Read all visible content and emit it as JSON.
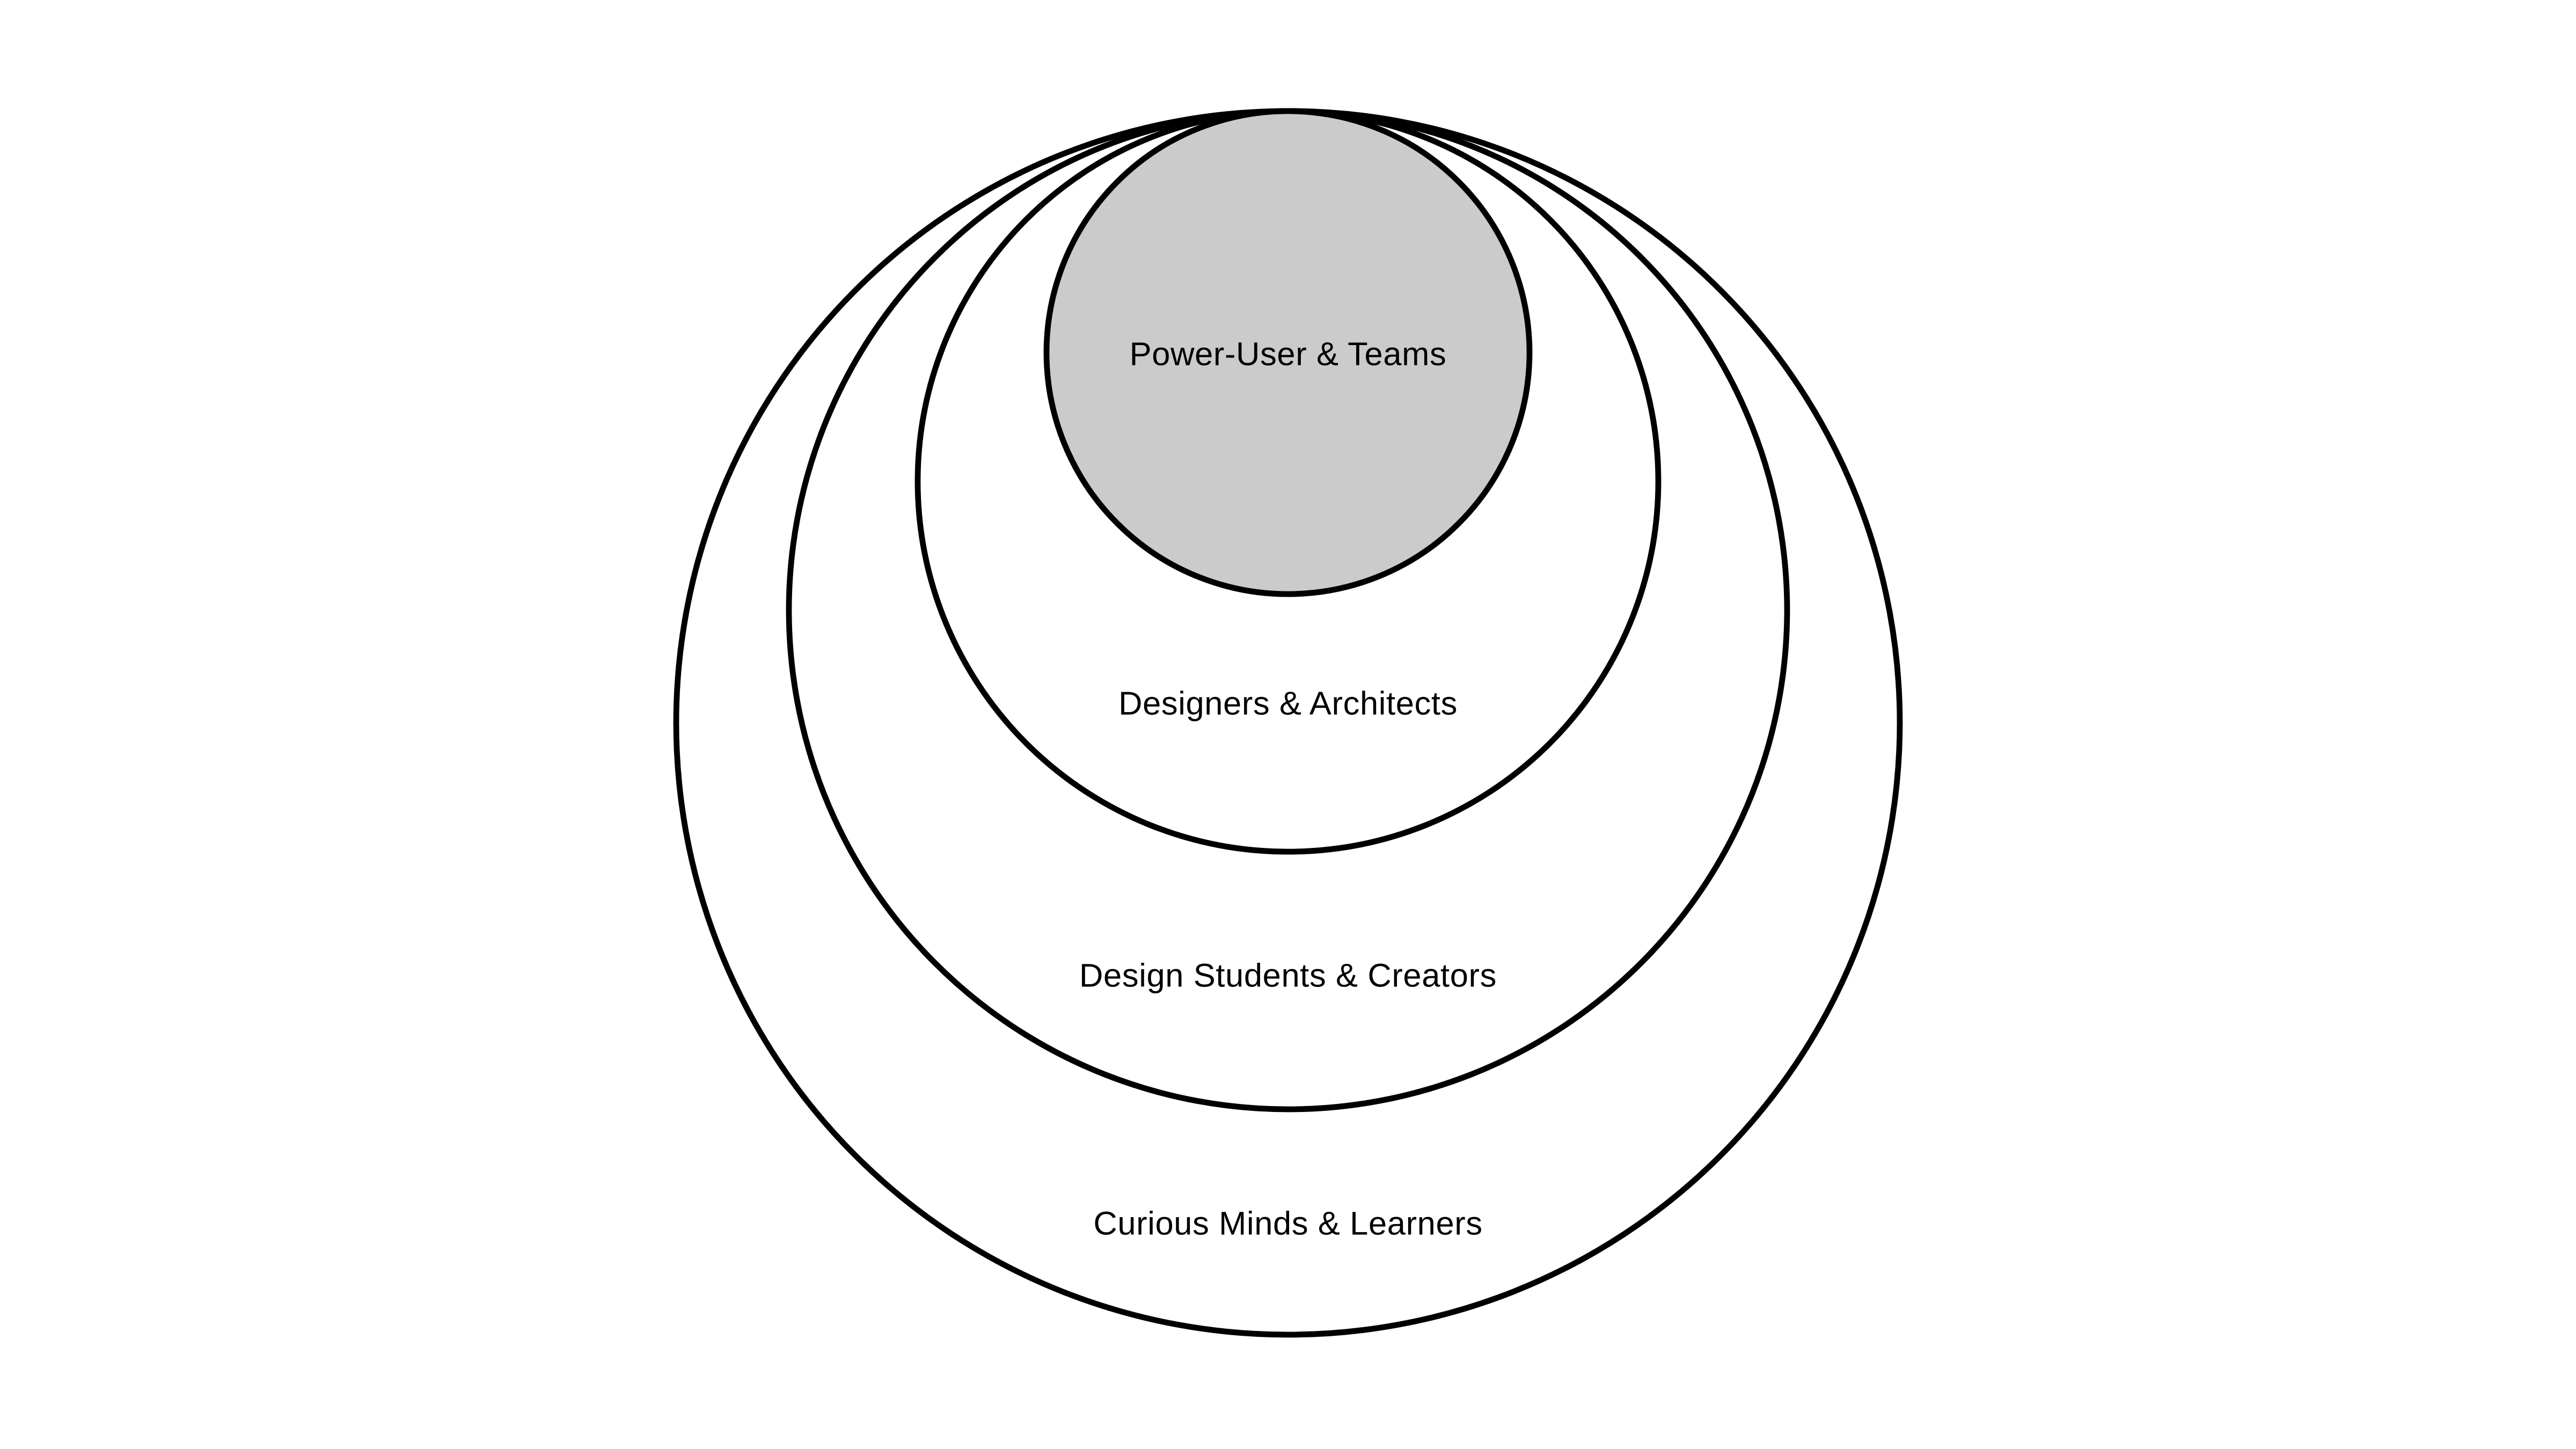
{
  "diagram": {
    "type": "concentric-circles",
    "description": "Four nested circles internally tangent at the top, representing audience segments from core to broad",
    "background_color": "#ffffff",
    "stroke_color": "#000000",
    "levels": [
      {
        "label": "Power-User & Teams",
        "fill": "#cbcbcb"
      },
      {
        "label": "Designers & Architects",
        "fill": "#ffffff"
      },
      {
        "label": "Design Students & Creators",
        "fill": "#ffffff"
      },
      {
        "label": "Curious Minds & Learners",
        "fill": "#ffffff"
      }
    ]
  }
}
